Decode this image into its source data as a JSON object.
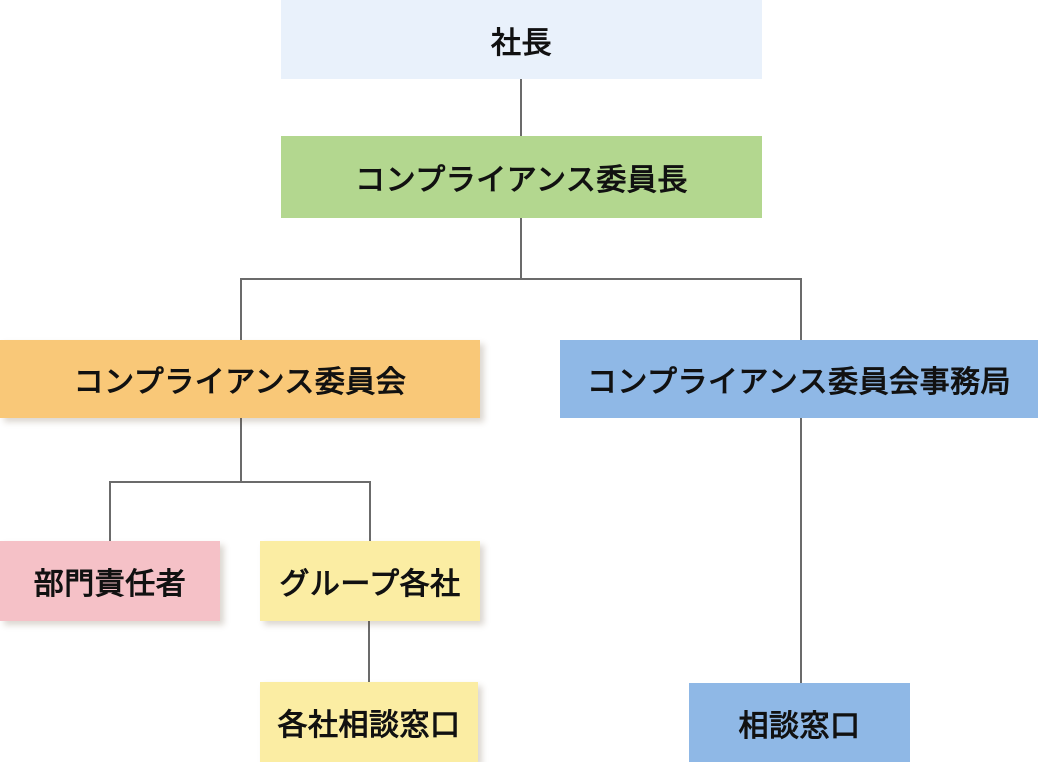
{
  "diagram": {
    "type": "org-chart",
    "connector_color": "#6b6b6b",
    "text_color": "#111111",
    "nodes": [
      {
        "id": "president",
        "label": "社長",
        "color": "#e9f1fb",
        "parent": null
      },
      {
        "id": "compliance-chair",
        "label": "コンプライアンス委員長",
        "color": "#b3d78f",
        "parent": "president"
      },
      {
        "id": "compliance-committee",
        "label": "コンプライアンス委員会",
        "color": "#f9c878",
        "parent": "compliance-chair"
      },
      {
        "id": "compliance-secretariat",
        "label": "コンプライアンス委員会事務局",
        "color": "#8fb8e6",
        "parent": "compliance-chair"
      },
      {
        "id": "dept-manager",
        "label": "部門責任者",
        "color": "#f5c1c7",
        "parent": "compliance-committee"
      },
      {
        "id": "group-companies",
        "label": "グループ各社",
        "color": "#fbeda3",
        "parent": "compliance-committee"
      },
      {
        "id": "company-consult-desk",
        "label": "各社相談窓口",
        "color": "#fbeda3",
        "parent": "group-companies"
      },
      {
        "id": "consult-desk",
        "label": "相談窓口",
        "color": "#8fb8e6",
        "parent": "compliance-secretariat"
      }
    ]
  }
}
